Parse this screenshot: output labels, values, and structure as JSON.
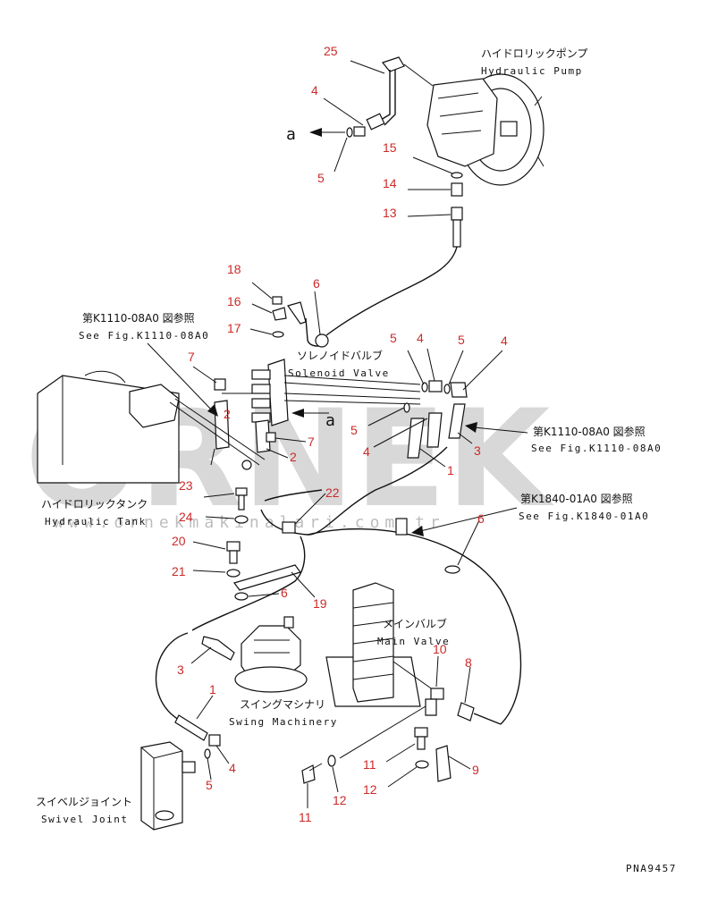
{
  "watermark": {
    "brand": "ÖRNEK",
    "url": "www.ornekmakinalari.com.tr"
  },
  "drawing_code": "PNA9457",
  "components": {
    "hydraulic_pump": {
      "jp": "ハイドロリックポンプ",
      "en": "Hydraulic Pump"
    },
    "solenoid_valve": {
      "jp": "ソレノイドバルブ",
      "en": "Solenoid Valve"
    },
    "hydraulic_tank": {
      "jp": "ハイドロリックタンク",
      "en": "Hydraulic Tank"
    },
    "main_valve": {
      "jp": "メインバルブ",
      "en": "Main Valve"
    },
    "swing_machinery": {
      "jp": "スイングマシナリ",
      "en": "Swing Machinery"
    },
    "swivel_joint": {
      "jp": "スイベルジョイント",
      "en": "Swivel Joint"
    }
  },
  "references": {
    "left_k1110": {
      "jp": "第K1110-08A0 図参照",
      "en": "See Fig.K1110-08A0"
    },
    "right_k1110": {
      "jp": "第K1110-08A0 図参照",
      "en": "See Fig.K1110-08A0"
    },
    "right_k1840": {
      "jp": "第K1840-01A0 図参照",
      "en": "See Fig.K1840-01A0"
    }
  },
  "arrow_labels": {
    "top_a": "a",
    "mid_a": "a"
  },
  "callouts": [
    {
      "id": "c25",
      "label": "25"
    },
    {
      "id": "c4a",
      "label": "4"
    },
    {
      "id": "c5a",
      "label": "5"
    },
    {
      "id": "c15",
      "label": "15"
    },
    {
      "id": "c14",
      "label": "14"
    },
    {
      "id": "c13",
      "label": "13"
    },
    {
      "id": "c18",
      "label": "18"
    },
    {
      "id": "c6a",
      "label": "6"
    },
    {
      "id": "c16",
      "label": "16"
    },
    {
      "id": "c17",
      "label": "17"
    },
    {
      "id": "c5b",
      "label": "5"
    },
    {
      "id": "c4b",
      "label": "4"
    },
    {
      "id": "c5c",
      "label": "5"
    },
    {
      "id": "c4c",
      "label": "4"
    },
    {
      "id": "c7a",
      "label": "7"
    },
    {
      "id": "c2a",
      "label": "2"
    },
    {
      "id": "c7b",
      "label": "7"
    },
    {
      "id": "c2b",
      "label": "2"
    },
    {
      "id": "c5d",
      "label": "5"
    },
    {
      "id": "c4d",
      "label": "4"
    },
    {
      "id": "c1a",
      "label": "1"
    },
    {
      "id": "c3a",
      "label": "3"
    },
    {
      "id": "c23",
      "label": "23"
    },
    {
      "id": "c22",
      "label": "22"
    },
    {
      "id": "c24",
      "label": "24"
    },
    {
      "id": "c6b",
      "label": "6"
    },
    {
      "id": "c20",
      "label": "20"
    },
    {
      "id": "c21",
      "label": "21"
    },
    {
      "id": "c6c",
      "label": "6"
    },
    {
      "id": "c19",
      "label": "19"
    },
    {
      "id": "c10",
      "label": "10"
    },
    {
      "id": "c8",
      "label": "8"
    },
    {
      "id": "c3b",
      "label": "3"
    },
    {
      "id": "c1b",
      "label": "1"
    },
    {
      "id": "c4e",
      "label": "4"
    },
    {
      "id": "c5e",
      "label": "5"
    },
    {
      "id": "c11a",
      "label": "11"
    },
    {
      "id": "c12a",
      "label": "12"
    },
    {
      "id": "c9",
      "label": "9"
    },
    {
      "id": "c12b",
      "label": "12"
    },
    {
      "id": "c11b",
      "label": "11"
    }
  ]
}
